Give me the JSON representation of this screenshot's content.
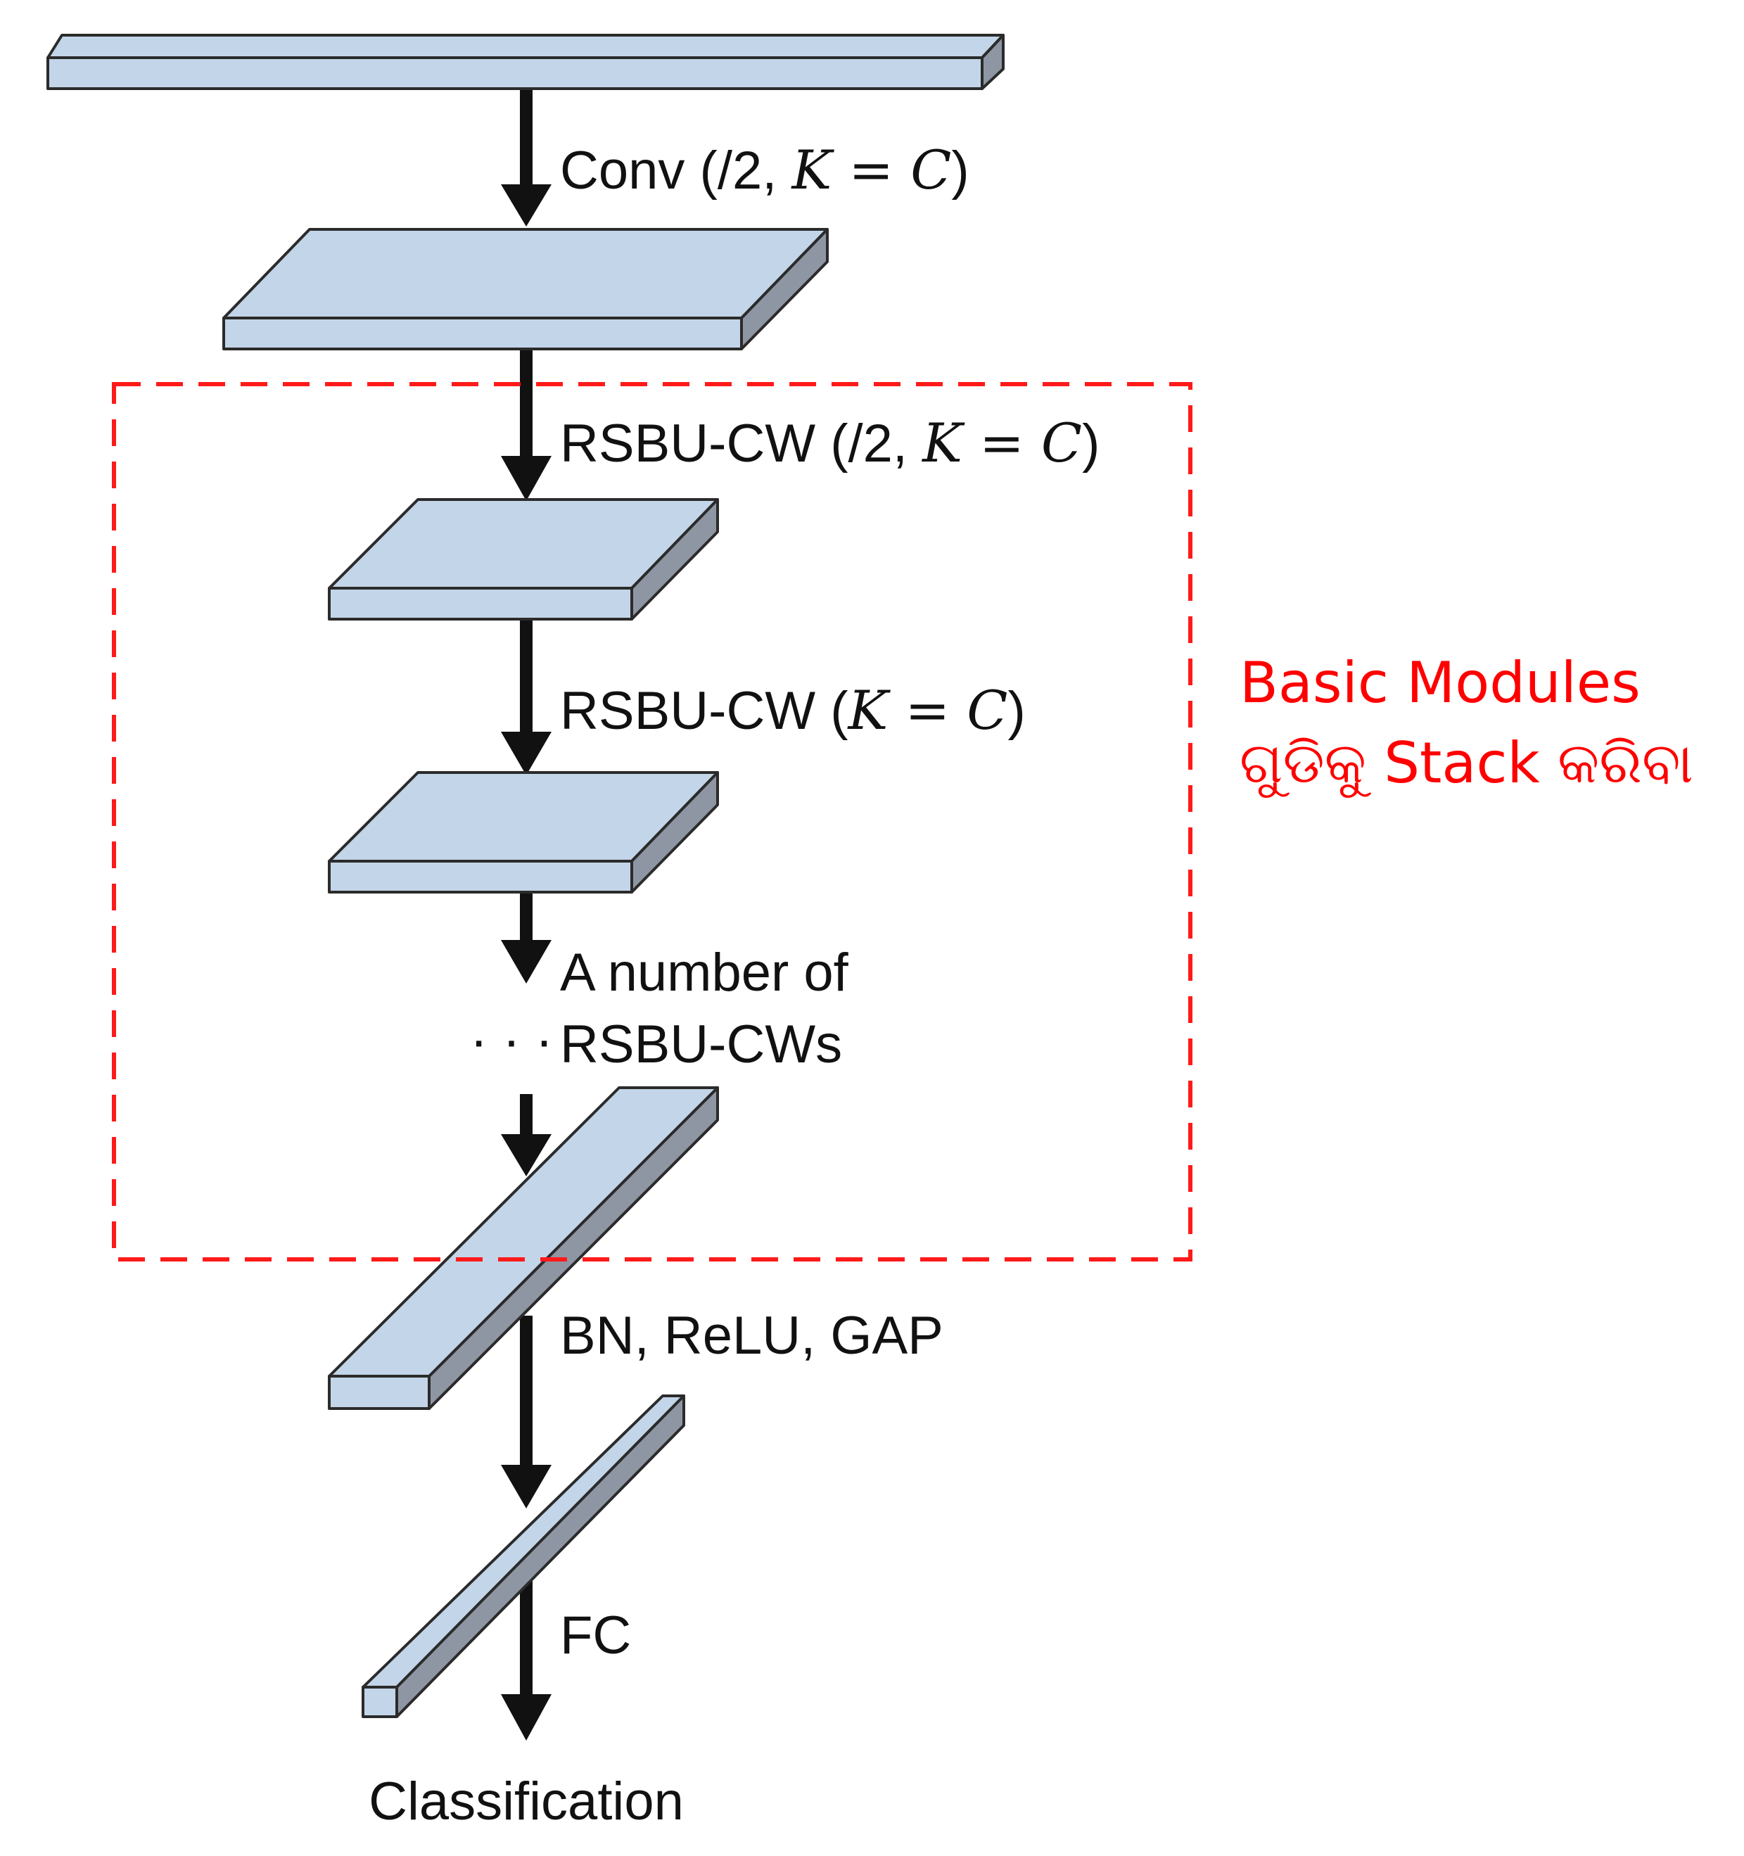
{
  "colors": {
    "slab_front": "#c3d5e8",
    "slab_top": "#c3d5e8",
    "slab_side": "#8f96a3",
    "outline": "#2b2b2b",
    "arrow": "#111111",
    "highlight": "#ff1a1a",
    "note_text": "#ff0000"
  },
  "labels": {
    "conv": {
      "prefix": "Conv (/2, ",
      "k": "K",
      "eq": " = ",
      "c": "C",
      "suffix": ")"
    },
    "rsbu1": {
      "prefix": "RSBU-CW (/2, ",
      "k": "K",
      "eq": " = ",
      "c": "C",
      "suffix": ")"
    },
    "rsbu2": {
      "prefix": "RSBU-CW (",
      "k": "K",
      "eq": " = ",
      "c": "C",
      "suffix": ")"
    },
    "number_of_line1": "A number of",
    "number_of_line2": "RSBU-CWs",
    "ellipsis": "· · ·",
    "bn": "BN, ReLU, GAP",
    "fc": "FC",
    "classification": "Classification"
  },
  "annotation": {
    "line1": "Basic Modules",
    "line2": "ଗୁଡିକୁ Stack କରିବା"
  }
}
